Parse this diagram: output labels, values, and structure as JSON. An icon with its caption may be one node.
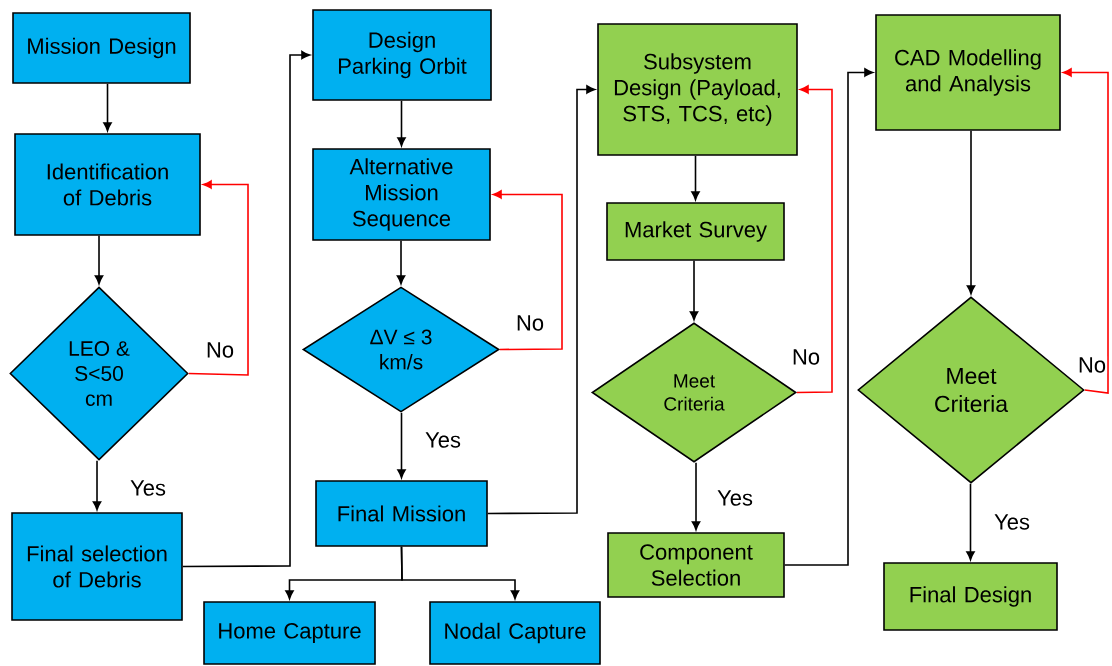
{
  "diagram": {
    "nodes": [
      {
        "text": [
          "Mission Design"
        ]
      },
      {
        "text": [
          "Identification of Debris"
        ]
      },
      {
        "text": [
          "LEO & S<50 cm"
        ]
      },
      {
        "text": [
          "Final selection of Debris"
        ]
      },
      {
        "text": [
          "Design Parking Orbit"
        ]
      },
      {
        "text": [
          "Alternative Mission Sequence"
        ]
      },
      {
        "text": [
          "ΔV ≤ 3 km/s"
        ]
      },
      {
        "text": [
          "Final Mission"
        ]
      },
      {
        "text": [
          "Home Capture"
        ]
      },
      {
        "text": [
          "Nodal Capture"
        ]
      },
      {
        "text": [
          "Subsystem Design (Payload, STS, TCS, etc)"
        ]
      },
      {
        "text": [
          "Market Survey"
        ]
      },
      {
        "text": [
          "Meet Criteria"
        ]
      },
      {
        "text": [
          "Component Selection"
        ]
      },
      {
        "text": [
          "CAD Modelling and Analysis"
        ]
      },
      {
        "text": [
          "Meet Criteria"
        ]
      },
      {
        "text": [
          "Final Design"
        ]
      }
    ],
    "edges": [
      {
        "from": 0,
        "to": 1,
        "arrow": "to"
      },
      {
        "from": 1,
        "to": 2,
        "arrow": "to"
      },
      {
        "from": 2,
        "to": 3,
        "arrow": "to",
        "label": "Yes"
      },
      {
        "from": 2,
        "to": 1,
        "arrow": "to",
        "label": "No",
        "color": "#ff0000"
      },
      {
        "from": 3,
        "to": 4,
        "arrow": "to"
      },
      {
        "from": 4,
        "to": 5,
        "arrow": "to"
      },
      {
        "from": 5,
        "to": 6,
        "arrow": "to"
      },
      {
        "from": 6,
        "to": 5,
        "arrow": "to",
        "label": "No",
        "color": "#ff0000"
      },
      {
        "from": 6,
        "to": 7,
        "arrow": "to",
        "label": "Yes"
      },
      {
        "from": 7,
        "to": 10,
        "arrow": "to"
      },
      {
        "from": 7,
        "to": 8,
        "arrow": "to"
      },
      {
        "from": 7,
        "to": 9,
        "arrow": "to"
      },
      {
        "from": 10,
        "to": 11,
        "arrow": "to"
      },
      {
        "from": 11,
        "to": 12,
        "arrow": "to"
      },
      {
        "from": 12,
        "to": 13,
        "arrow": "to",
        "label": "Yes"
      },
      {
        "from": 12,
        "to": 10,
        "arrow": "to",
        "label": "No",
        "color": "#ff0000"
      },
      {
        "from": 13,
        "to": 14,
        "arrow": "to"
      },
      {
        "from": 14,
        "to": 15,
        "arrow": "to"
      },
      {
        "from": 15,
        "to": 16,
        "arrow": "to",
        "label": "Yes"
      },
      {
        "from": 15,
        "to": 14,
        "arrow": "to",
        "label": "No",
        "color": "#ff0000"
      }
    ]
  }
}
